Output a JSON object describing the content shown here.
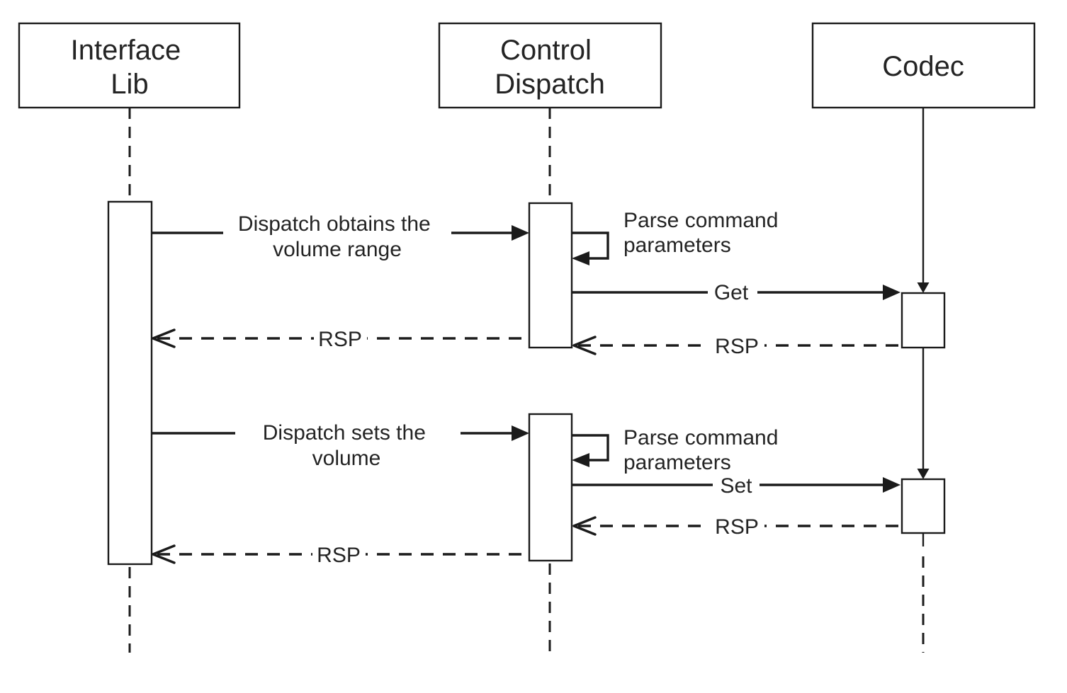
{
  "diagram_type": "uml-sequence-diagram",
  "colors": {
    "stroke": "#1b1b1b",
    "text": "#242424",
    "background": "#ffffff"
  },
  "actors": [
    {
      "id": "interface-lib",
      "label": "Interface Lib",
      "line1": "Interface",
      "line2": "Lib"
    },
    {
      "id": "control-dispatch",
      "label": "Control Dispatch",
      "line1": "Control",
      "line2": "Dispatch"
    },
    {
      "id": "codec",
      "label": "Codec",
      "line1": "Codec"
    }
  ],
  "messages": [
    {
      "id": "get-volume-range",
      "from": "Interface Lib",
      "to": "Control Dispatch",
      "style": "solid-filled-arrow",
      "line1": "Dispatch obtains the",
      "line2": "volume range"
    },
    {
      "id": "parse-command-1",
      "from": "Control Dispatch",
      "to": "Control Dispatch",
      "style": "self-loop",
      "line1": "Parse command",
      "line2": "parameters"
    },
    {
      "id": "get",
      "from": "Control Dispatch",
      "to": "Codec",
      "style": "solid-filled-arrow",
      "label": "Get"
    },
    {
      "id": "rsp-get-codec",
      "from": "Codec",
      "to": "Control Dispatch",
      "style": "dashed-open-arrow",
      "label": "RSP"
    },
    {
      "id": "rsp-get-lib",
      "from": "Control Dispatch",
      "to": "Interface Lib",
      "style": "dashed-open-arrow",
      "label": "RSP"
    },
    {
      "id": "set-volume",
      "from": "Interface Lib",
      "to": "Control Dispatch",
      "style": "solid-filled-arrow",
      "line1": "Dispatch sets the",
      "line2": "volume"
    },
    {
      "id": "parse-command-2",
      "from": "Control Dispatch",
      "to": "Control Dispatch",
      "style": "self-loop",
      "line1": "Parse command",
      "line2": "parameters"
    },
    {
      "id": "set",
      "from": "Control Dispatch",
      "to": "Codec",
      "style": "solid-filled-arrow",
      "label": "Set"
    },
    {
      "id": "rsp-set-codec",
      "from": "Codec",
      "to": "Control Dispatch",
      "style": "dashed-open-arrow",
      "label": "RSP"
    },
    {
      "id": "rsp-set-lib",
      "from": "Control Dispatch",
      "to": "Interface Lib",
      "style": "dashed-open-arrow",
      "label": "RSP"
    }
  ]
}
